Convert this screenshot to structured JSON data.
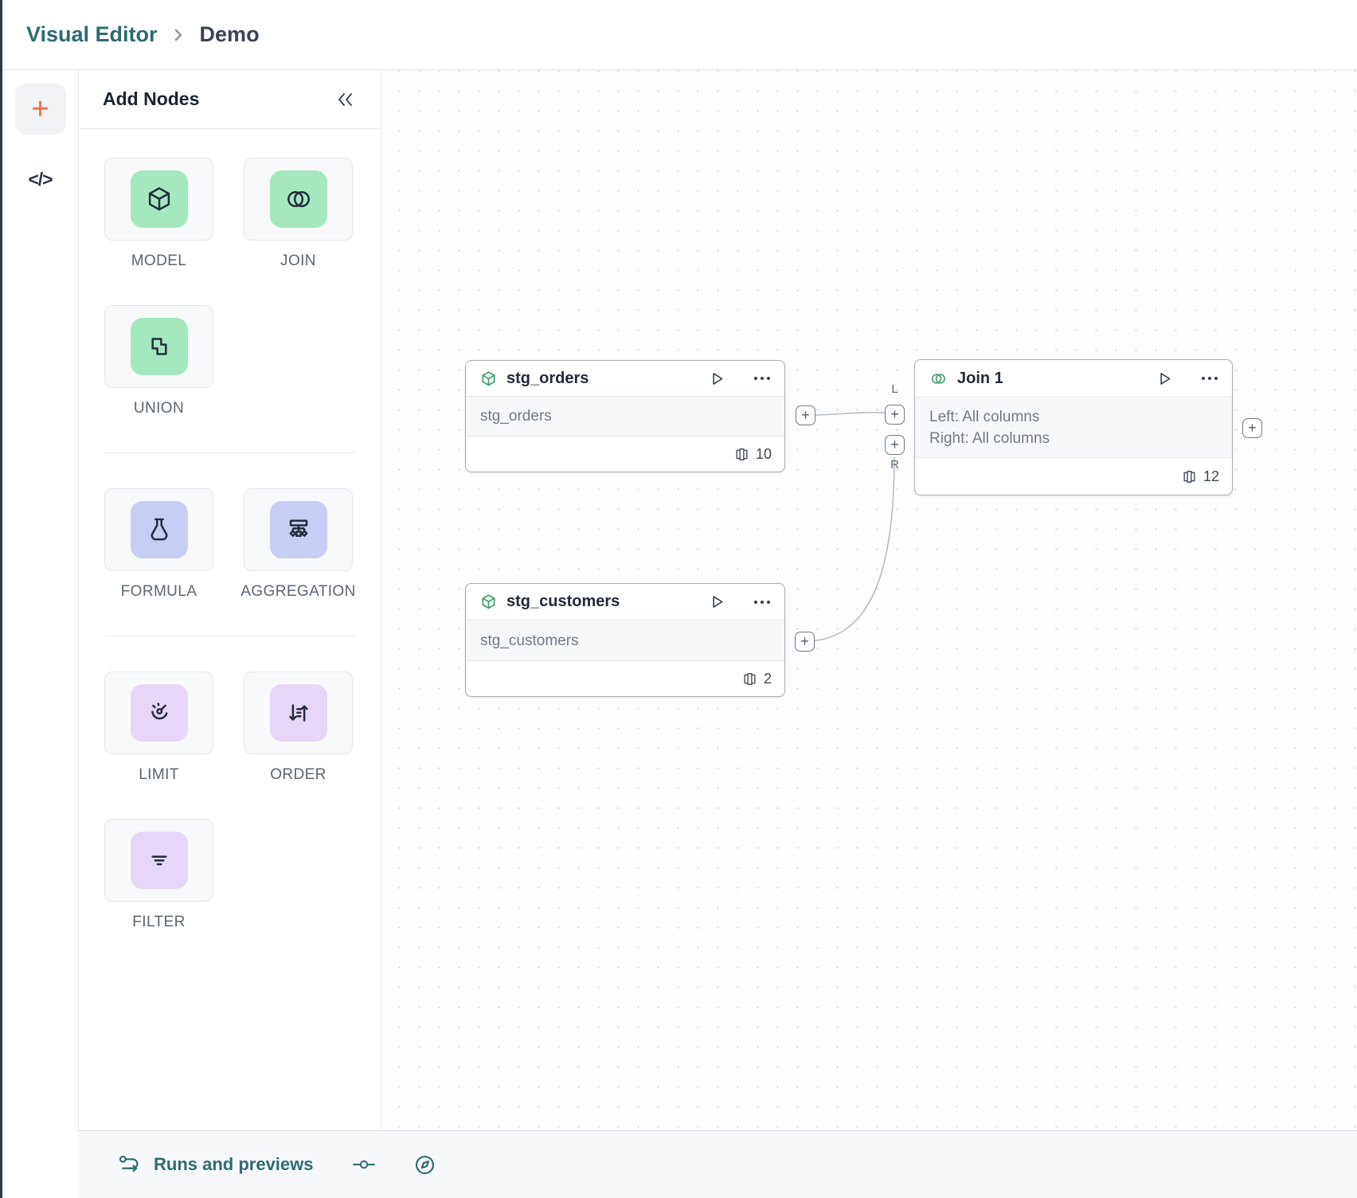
{
  "header": {
    "breadcrumb_primary": "Visual Editor",
    "breadcrumb_current": "Demo"
  },
  "rail": {
    "add_button": "+",
    "code_label": "</>"
  },
  "panel": {
    "title": "Add Nodes",
    "groups": [
      {
        "items": [
          {
            "label": "MODEL",
            "icon": "cube-icon",
            "tint": "green"
          },
          {
            "label": "JOIN",
            "icon": "venn-icon",
            "tint": "green"
          },
          {
            "label": "UNION",
            "icon": "union-icon",
            "tint": "green"
          }
        ]
      },
      {
        "items": [
          {
            "label": "FORMULA",
            "icon": "flask-icon",
            "tint": "blue"
          },
          {
            "label": "AGGREGATION",
            "icon": "hierarchy-icon",
            "tint": "blue"
          }
        ]
      },
      {
        "items": [
          {
            "label": "LIMIT",
            "icon": "gauge-icon",
            "tint": "purple"
          },
          {
            "label": "ORDER",
            "icon": "sort-icon",
            "tint": "purple"
          },
          {
            "label": "FILTER",
            "icon": "filter-lines-icon",
            "tint": "purple"
          }
        ]
      }
    ]
  },
  "canvas": {
    "nodes": [
      {
        "title": "stg_orders",
        "subtitle": "stg_orders",
        "column_count": "10",
        "icon": "cube-icon"
      },
      {
        "title": "stg_customers",
        "subtitle": "stg_customers",
        "column_count": "2",
        "icon": "cube-icon"
      },
      {
        "title": "Join 1",
        "body_line1": "Left: All columns",
        "body_line2": "Right: All columns",
        "column_count": "12",
        "icon": "venn-icon"
      }
    ],
    "ports": {
      "plus": "+",
      "left_label": "L",
      "right_label": "R"
    }
  },
  "statusbar": {
    "runs_label": "Runs and previews",
    "icons": [
      "route-icon",
      "commit-icon",
      "compass-icon"
    ]
  },
  "colors": {
    "teal": "#2d6b70",
    "orange": "#ee6a48",
    "green_tile": "#a5e8c0",
    "blue_tile": "#c7cdf4",
    "purple_tile": "#e6d6f7",
    "node_icon_green": "#3f9f6a",
    "node_border": "#a8aeb9"
  }
}
